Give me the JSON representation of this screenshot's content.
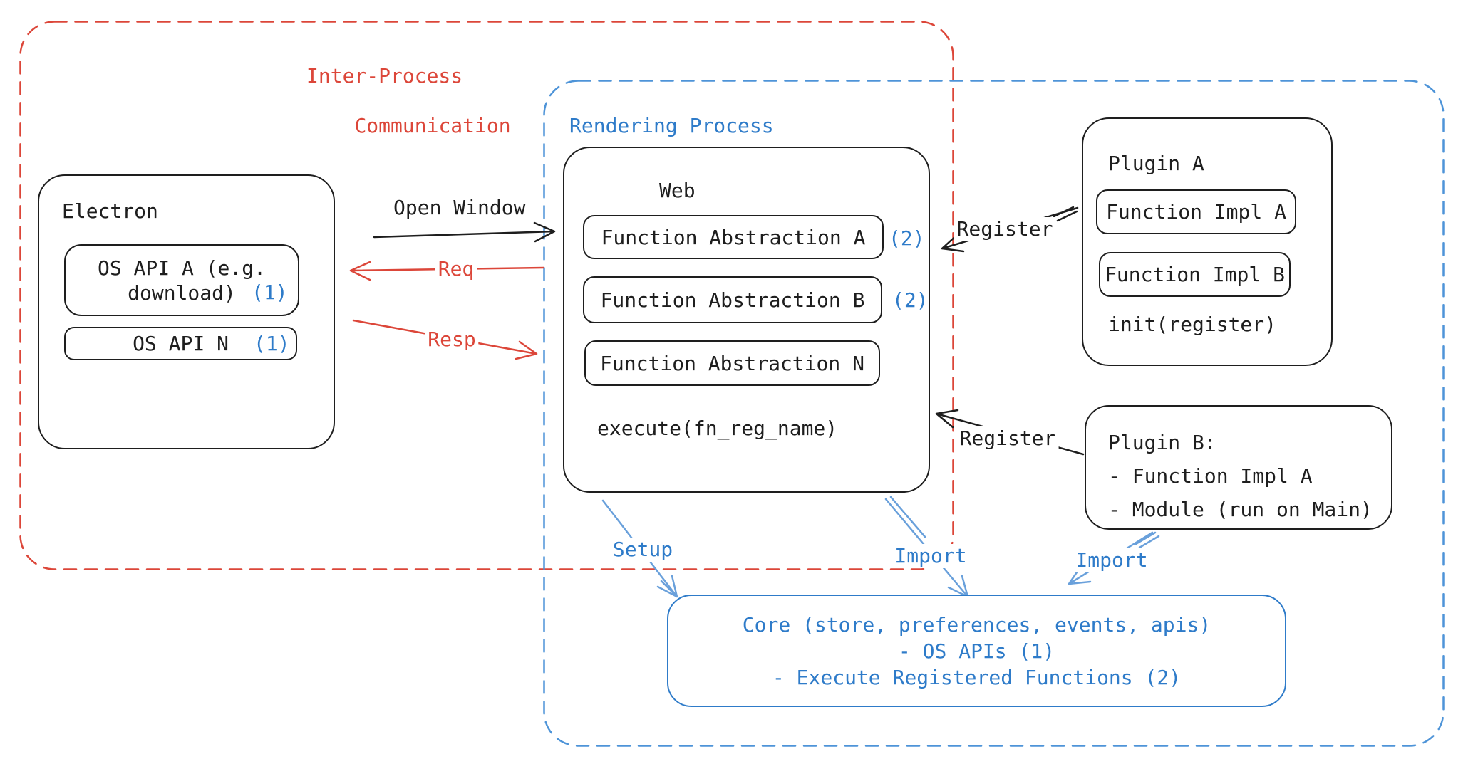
{
  "ipc": {
    "title_line1": "Inter-Process",
    "title_line2": "Communication"
  },
  "rendering": {
    "title": "Rendering Process"
  },
  "electron": {
    "title": "Electron",
    "api_a_line1": "OS API A (e.g.",
    "api_a_line2": "download)",
    "api_a_badge": "(1)",
    "api_n_label": "OS API N",
    "api_n_badge": "(1)"
  },
  "web": {
    "title": "Web",
    "items": [
      {
        "label": "Function Abstraction A",
        "badge": "(2)"
      },
      {
        "label": "Function Abstraction B",
        "badge": "(2)"
      },
      {
        "label": "Function Abstraction N",
        "badge": ""
      }
    ],
    "footer": "execute(fn_reg_name)"
  },
  "plugin_a": {
    "title": "Plugin A",
    "items": [
      {
        "label": "Function Impl A"
      },
      {
        "label": "Function Impl B"
      }
    ],
    "footer": "init(register)"
  },
  "plugin_b": {
    "line1": "Plugin B:",
    "line2": "- Function Impl A",
    "line3": "- Module (run on Main)"
  },
  "core": {
    "line1": "Core (store, preferences, events, apis)",
    "line2": "- OS APIs (1)",
    "line3": "- Execute Registered Functions (2)"
  },
  "labels": {
    "open_window": "Open Window",
    "req": "Req",
    "resp": "Resp",
    "register_top": "Register",
    "register_bottom": "Register",
    "setup": "Setup",
    "import_web": "Import",
    "import_plugin": "Import"
  },
  "colors": {
    "ink": "#1e1e1e",
    "red": "#dc4639",
    "blue_text": "#2e7bc9",
    "blue_dash": "#4e94d8",
    "blue_arrow": "#69a0db"
  }
}
